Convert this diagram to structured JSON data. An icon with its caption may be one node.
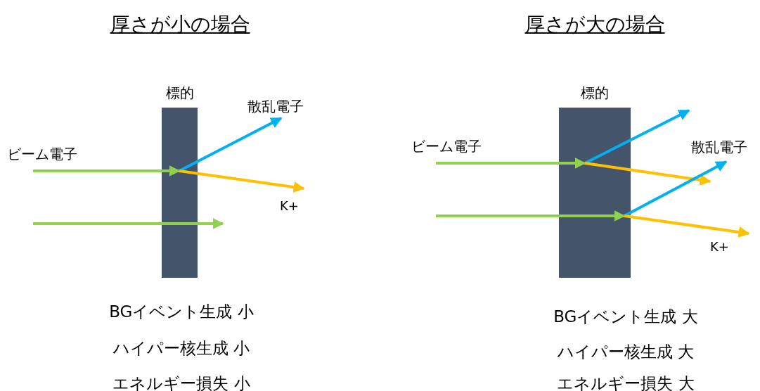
{
  "diagram": {
    "nodes": [
      {
        "text": [
          "標的"
        ]
      },
      {
        "text": [
          "標的"
        ]
      }
    ],
    "labels": [
      "厚さが小の場合",
      "厚さが大の場合",
      "ビーム電子",
      "散乱電子",
      "K+",
      "ビーム電子",
      "散乱電子",
      "K+",
      "BGイベント生成 小",
      "ハイパー核生成 小",
      "エネルギー損失 小",
      "BGイベント生成 大",
      "ハイパー核生成 大",
      "エネルギー損失 大"
    ]
  }
}
